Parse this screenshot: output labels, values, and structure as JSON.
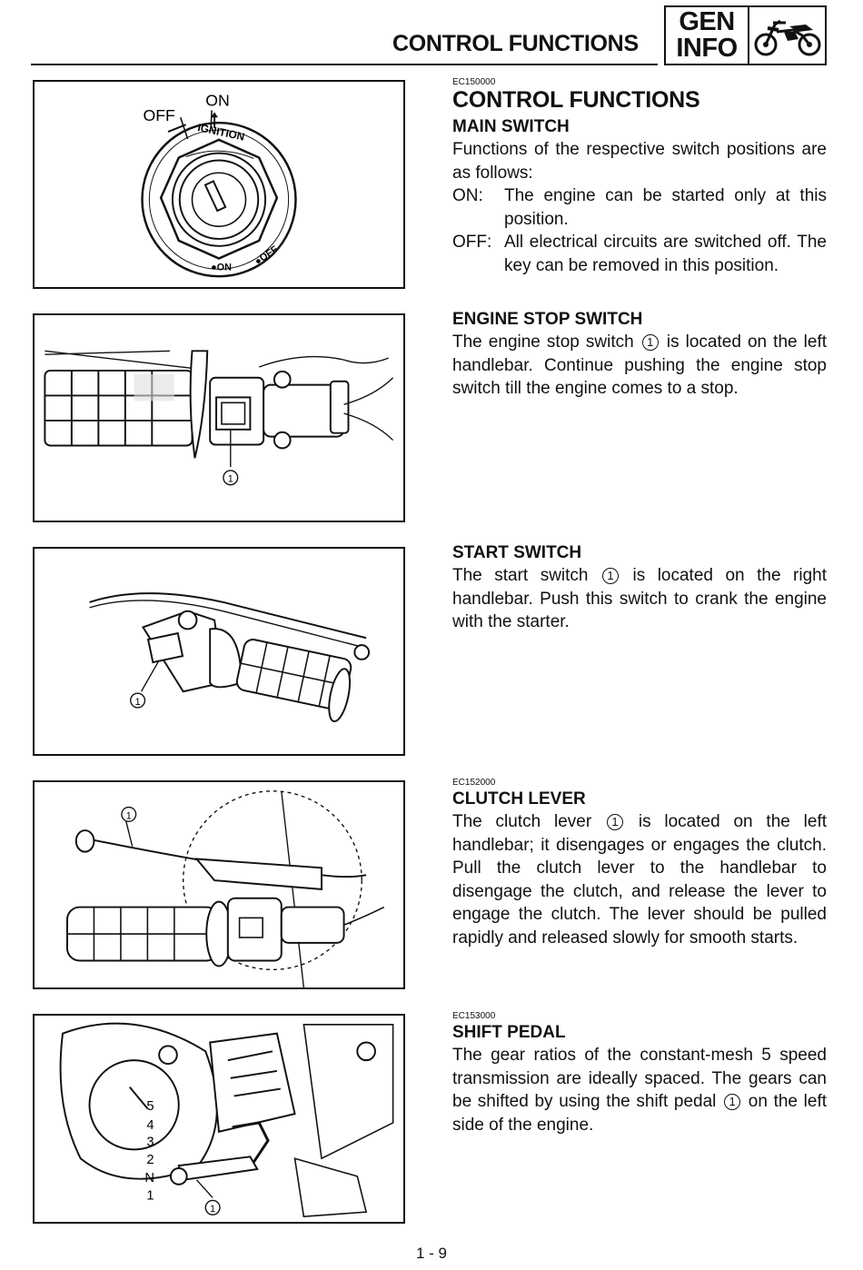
{
  "header": {
    "title": "CONTROL FUNCTIONS",
    "section_line1": "GEN",
    "section_line2": "INFO",
    "section_icon": "motorcycle-icon"
  },
  "figures": {
    "main_switch": {
      "label_on": "ON",
      "label_off": "OFF",
      "ring_text": "IGNITION",
      "pos_on": "●ON",
      "pos_off": "●OFF"
    },
    "engine_stop": {
      "callout": "1"
    },
    "start_switch": {
      "callout": "1"
    },
    "clutch_lever": {
      "callout": "1"
    },
    "shift_pedal": {
      "callout": "1",
      "gears": [
        "5",
        "4",
        "3",
        "2",
        "N",
        "1"
      ]
    }
  },
  "sections": {
    "main_switch": {
      "code": "EC150000",
      "title": "CONTROL FUNCTIONS",
      "subtitle": "MAIN SWITCH",
      "intro": "Functions of the respective switch positions are as follows:",
      "on_term": "ON:",
      "on_desc": "The engine can be started only at this position.",
      "off_term": "OFF:",
      "off_desc": "All electrical circuits are switched off. The key can be removed in this position."
    },
    "engine_stop": {
      "title": "ENGINE STOP SWITCH",
      "text_a": "The engine stop switch",
      "callout": "1",
      "text_b": "is located on the left handlebar. Continue pushing the engine stop switch till the engine comes to a stop."
    },
    "start_switch": {
      "title": "START SWITCH",
      "text_a": "The start switch",
      "callout": "1",
      "text_b": "is located on the right handlebar. Push this switch to crank the engine with the starter."
    },
    "clutch_lever": {
      "code": "EC152000",
      "title": "CLUTCH LEVER",
      "text_a": "The clutch lever",
      "callout": "1",
      "text_b": "is located on the left handlebar; it disengages or engages the clutch. Pull the clutch lever to the handlebar to disengage the clutch, and release the lever to engage the clutch. The lever should be pulled rapidly and released slowly for smooth starts."
    },
    "shift_pedal": {
      "code": "EC153000",
      "title": "SHIFT PEDAL",
      "text_a": "The gear ratios of the constant-mesh 5 speed transmission are ideally spaced. The gears can be shifted by using the shift pedal",
      "callout": "1",
      "text_b": "on the left side of the engine."
    }
  },
  "footer": {
    "page_number": "1 - 9"
  }
}
